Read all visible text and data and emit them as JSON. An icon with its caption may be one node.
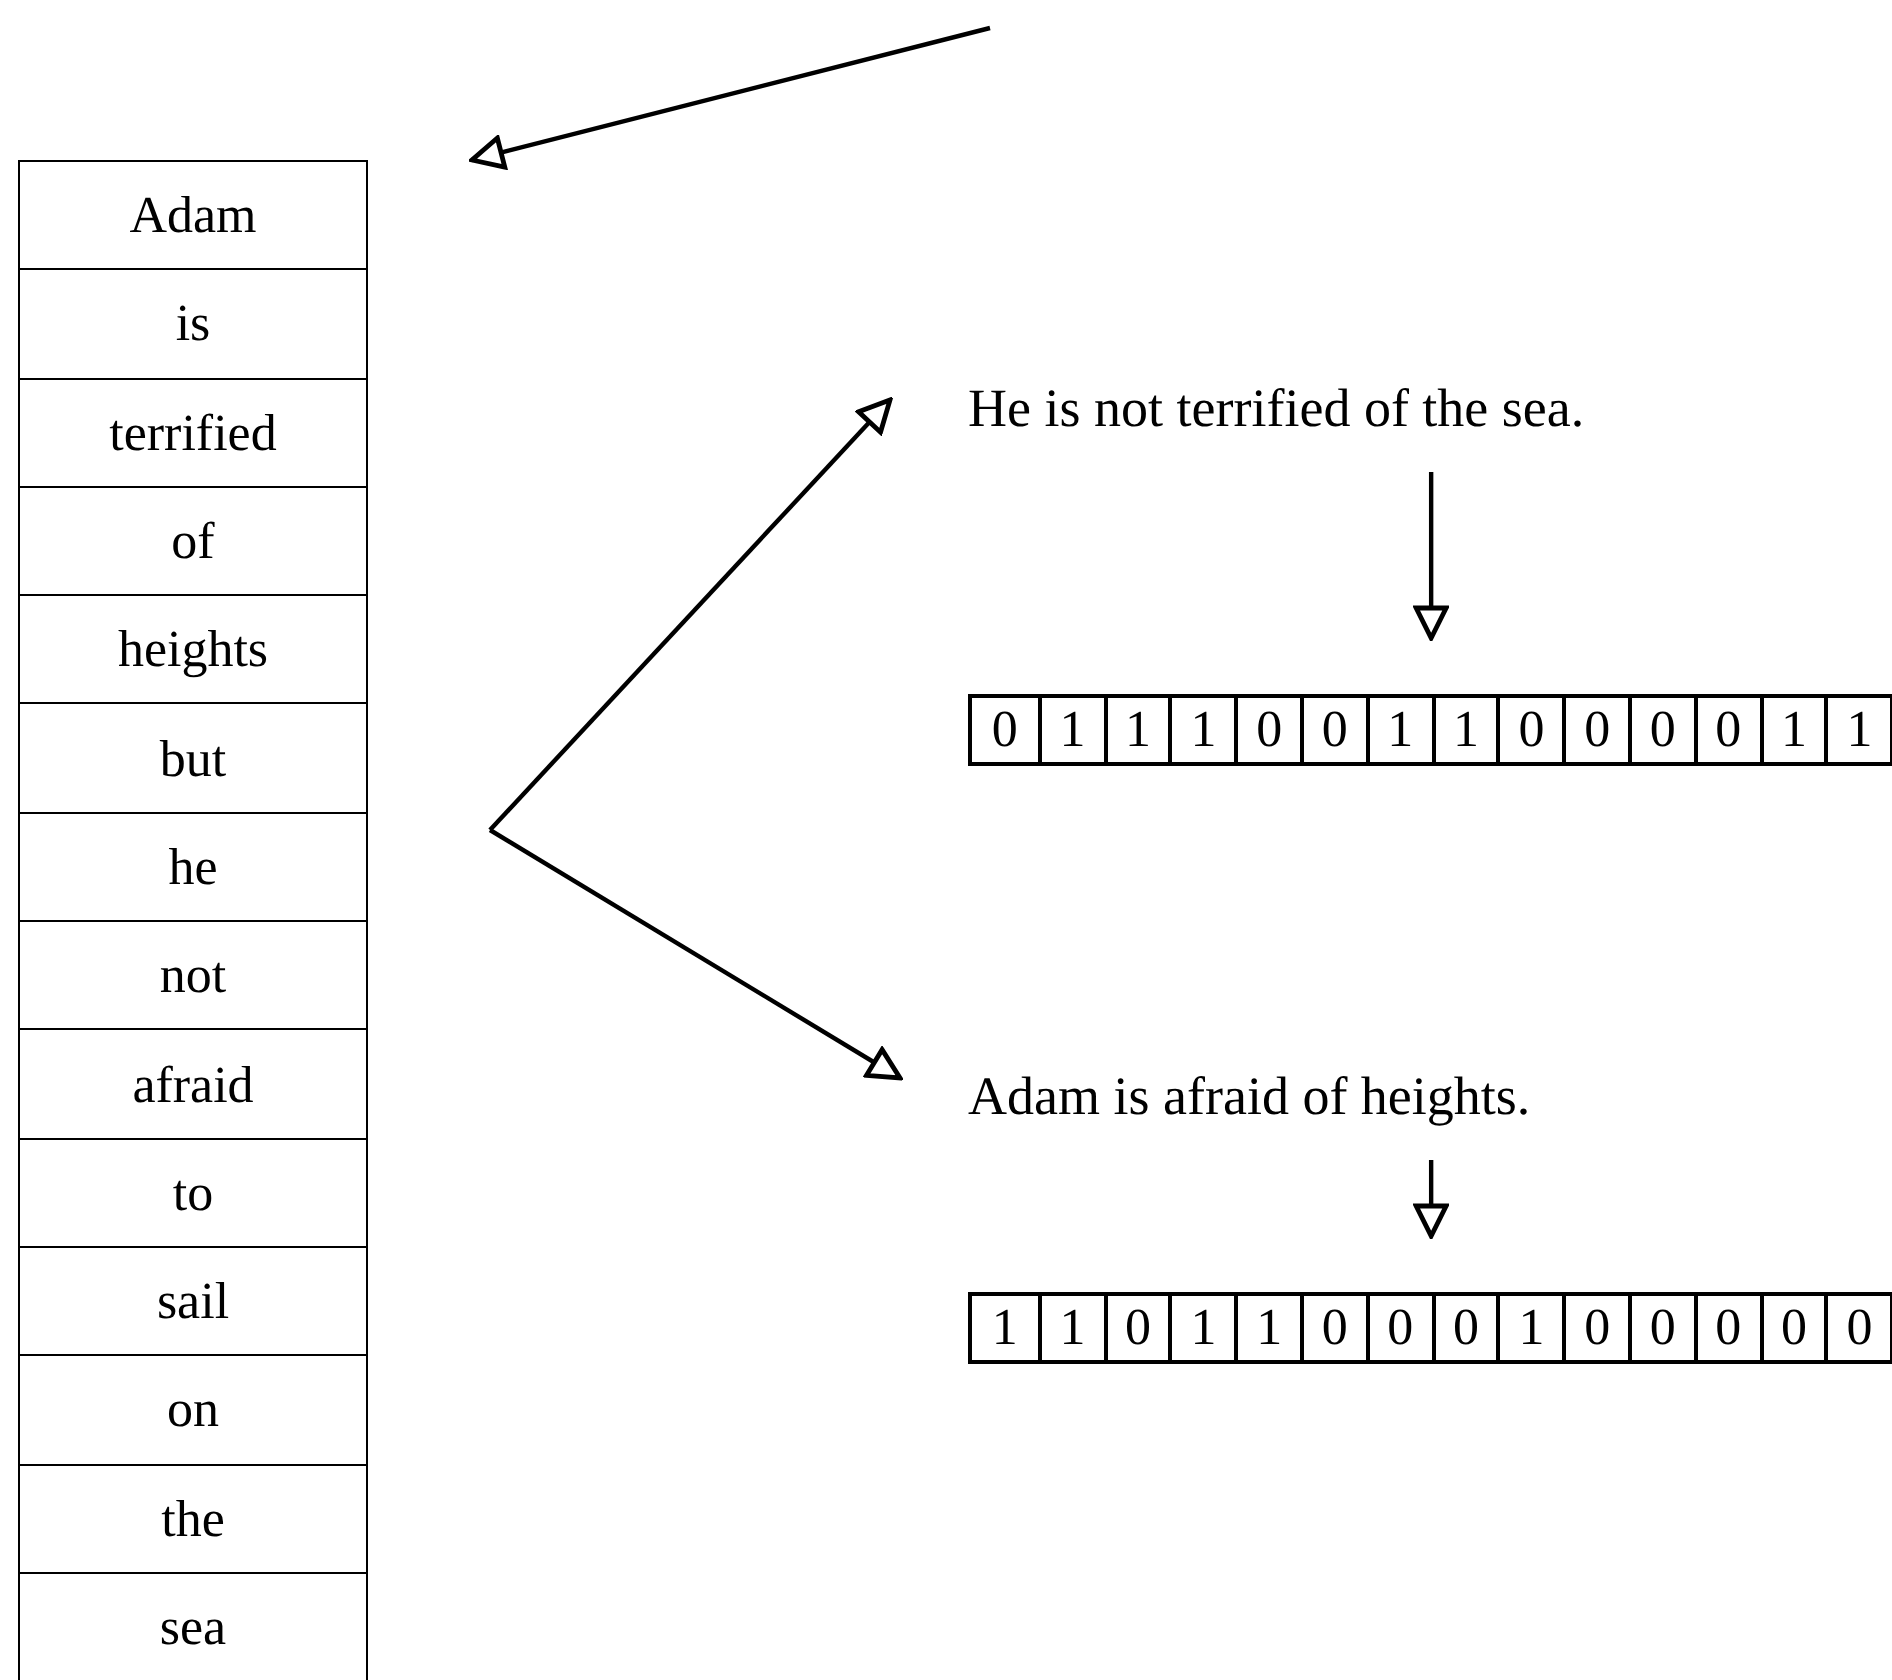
{
  "diagram": {
    "nodes": [
      {
        "text": [],
        "shape": "box"
      },
      {
        "text": [
          "Adam"
        ],
        "in": 0
      },
      {
        "text": [
          "is"
        ],
        "in": 0
      },
      {
        "text": [
          "terrified"
        ],
        "in": 0
      },
      {
        "text": [
          "of"
        ],
        "in": 0
      },
      {
        "text": [
          "heights"
        ],
        "in": 0
      },
      {
        "text": [
          "but"
        ],
        "in": 0
      },
      {
        "text": [
          "he"
        ],
        "in": 0
      },
      {
        "text": [
          "not"
        ],
        "in": 0
      },
      {
        "text": [
          "afraid"
        ],
        "in": 0
      },
      {
        "text": [
          "to"
        ],
        "in": 0
      },
      {
        "text": [
          "sail"
        ],
        "in": 0
      },
      {
        "text": [
          "on"
        ],
        "in": 0
      },
      {
        "text": [
          "the"
        ],
        "in": 0
      },
      {
        "text": [
          "sea"
        ],
        "in": 0
      },
      {
        "text": [
          "He is not terrified of the sea."
        ]
      },
      {
        "text": [],
        "shape": "box"
      },
      {
        "text": [
          "0"
        ],
        "in": 16
      },
      {
        "text": [
          "1"
        ],
        "in": 16
      },
      {
        "text": [
          "1"
        ],
        "in": 16
      },
      {
        "text": [
          "1"
        ],
        "in": 16
      },
      {
        "text": [
          "0"
        ],
        "in": 16
      },
      {
        "text": [
          "0"
        ],
        "in": 16
      },
      {
        "text": [
          "1"
        ],
        "in": 16
      },
      {
        "text": [
          "1"
        ],
        "in": 16
      },
      {
        "text": [
          "0"
        ],
        "in": 16
      },
      {
        "text": [
          "0"
        ],
        "in": 16
      },
      {
        "text": [
          "0"
        ],
        "in": 16
      },
      {
        "text": [
          "0"
        ],
        "in": 16
      },
      {
        "text": [
          "1"
        ],
        "in": 16
      },
      {
        "text": [
          "1"
        ],
        "in": 16
      },
      {
        "text": [
          "Adam is afraid of heights."
        ]
      },
      {
        "text": [],
        "shape": "box"
      },
      {
        "text": [
          "1"
        ],
        "in": 32
      },
      {
        "text": [
          "1"
        ],
        "in": 32
      },
      {
        "text": [
          "0"
        ],
        "in": 32
      },
      {
        "text": [
          "1"
        ],
        "in": 32
      },
      {
        "text": [
          "1"
        ],
        "in": 32
      },
      {
        "text": [
          "0"
        ],
        "in": 32
      },
      {
        "text": [
          "0"
        ],
        "in": 32
      },
      {
        "text": [
          "0"
        ],
        "in": 32
      },
      {
        "text": [
          "1"
        ],
        "in": 32
      },
      {
        "text": [
          "0"
        ],
        "in": 32
      },
      {
        "text": [
          "0"
        ],
        "in": 32
      },
      {
        "text": [
          "0"
        ],
        "in": 32
      },
      {
        "text": [
          "0"
        ],
        "in": 32
      },
      {
        "text": [
          "0"
        ],
        "in": 32
      }
    ],
    "edges": [
      {
        "from": null,
        "to": 0,
        "arrow": "to"
      },
      {
        "from": null,
        "to": 15,
        "arrow": "to"
      },
      {
        "from": null,
        "to": 31,
        "arrow": "to"
      },
      {
        "from": 15,
        "to": 16,
        "arrow": "to"
      },
      {
        "from": 31,
        "to": 32,
        "arrow": "to"
      }
    ]
  }
}
